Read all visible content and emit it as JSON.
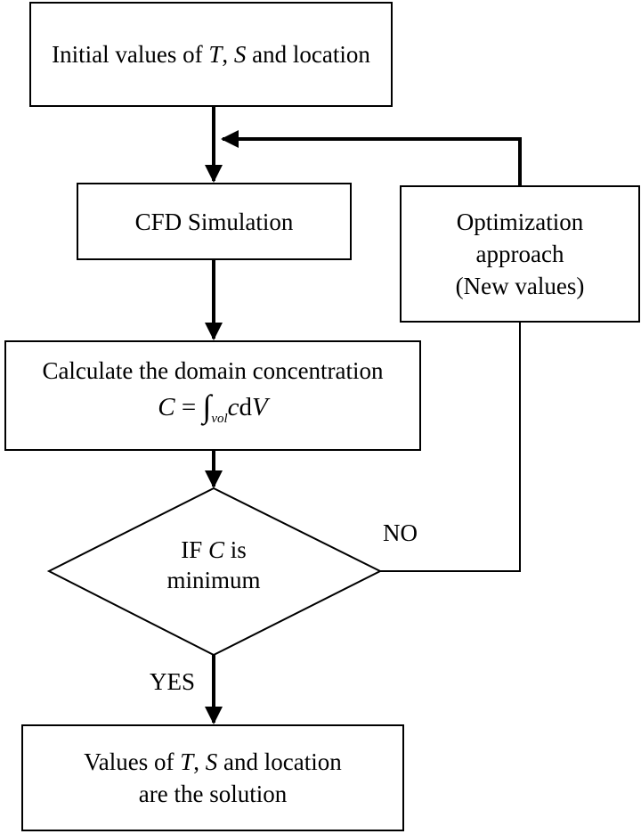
{
  "nodes": {
    "initial": {
      "prefix": "Initial values of ",
      "var1": "T",
      "sep": ", ",
      "var2": "S",
      "suffix": " and location"
    },
    "cfd": {
      "label": "CFD Simulation"
    },
    "optimization": {
      "line1": "Optimization",
      "line2": "approach",
      "line3": "(New values)"
    },
    "calculate": {
      "label": "Calculate the domain concentration",
      "formula": {
        "lhs": "C",
        "eq": " = ",
        "integral": "∫",
        "sub": "vol",
        "integrand": "c",
        "d": "d",
        "dvar": "V"
      }
    },
    "decision": {
      "prefix": "IF ",
      "var": "C",
      "suffix": " is",
      "line2": "minimum"
    },
    "solution": {
      "prefix": "Values of ",
      "var1": "T",
      "sep": ", ",
      "var2": "S",
      "suffix": " and location",
      "line2": "are the solution"
    }
  },
  "edges": {
    "no_label": "NO",
    "yes_label": "YES"
  }
}
